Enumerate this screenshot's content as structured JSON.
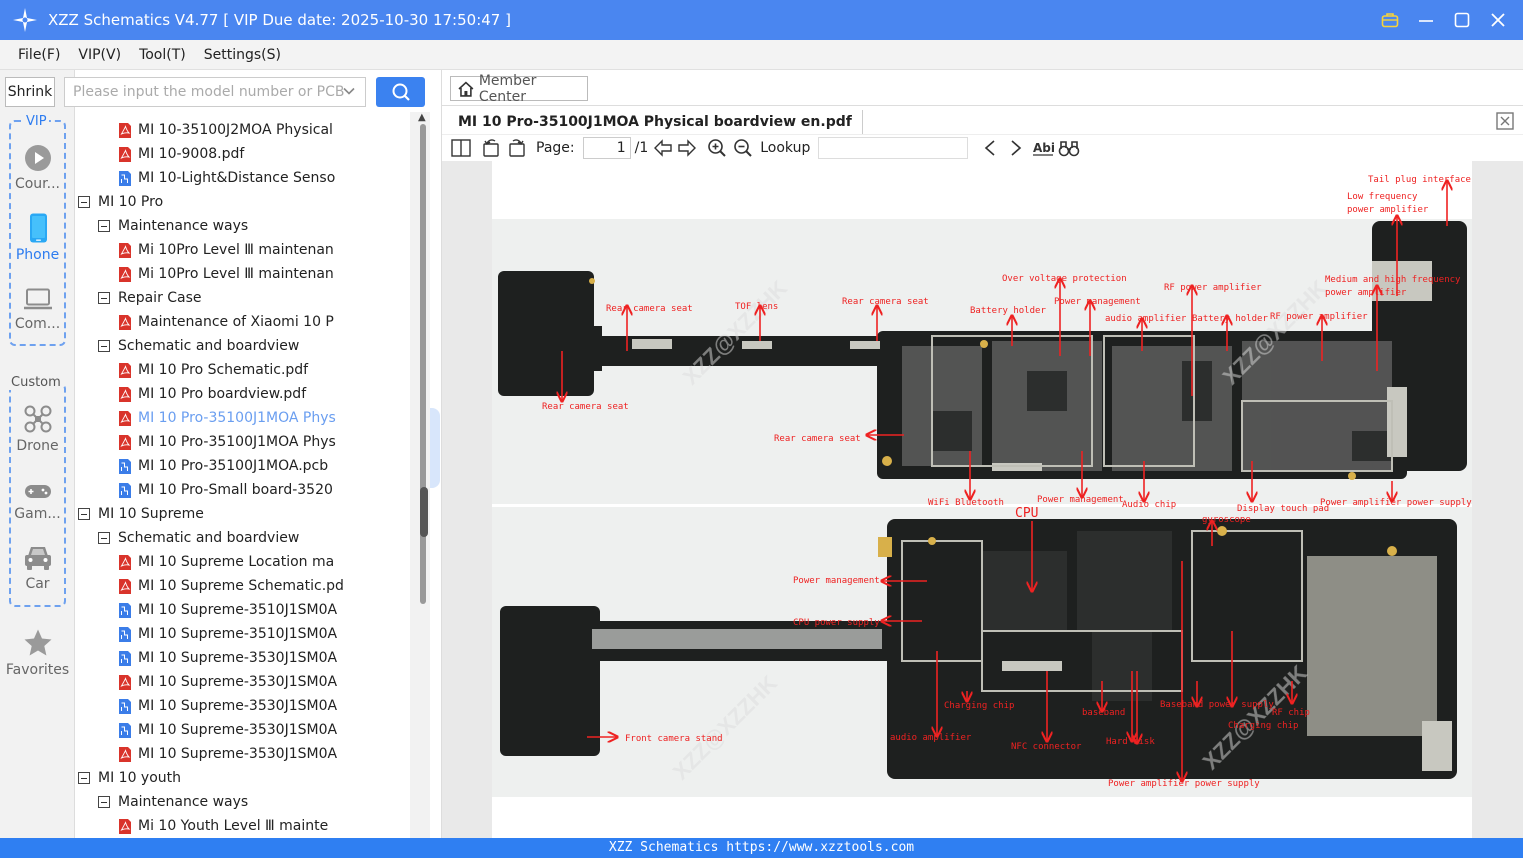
{
  "window": {
    "title": "XZZ Schematics V4.77 [ VIP Due date: 2025-10-30 17:50:47 ]"
  },
  "menu": [
    "File(F)",
    "VIP(V)",
    "Tool(T)",
    "Settings(S)"
  ],
  "search": {
    "shrink_label": "Shrink",
    "placeholder": "Please input the model number or PCB"
  },
  "rail": {
    "vip_label": "VIP",
    "custom_label": "Custom",
    "items": [
      {
        "label": "Cour...",
        "icon": "play-circle-icon"
      },
      {
        "label": "Phone",
        "icon": "phone-icon"
      },
      {
        "label": "Com...",
        "icon": "laptop-icon"
      },
      {
        "label": "Drone",
        "icon": "drone-icon"
      },
      {
        "label": "Gam...",
        "icon": "gamepad-icon"
      },
      {
        "label": "Car",
        "icon": "car-icon"
      },
      {
        "label": "Favorites",
        "icon": "star-icon"
      }
    ]
  },
  "tree": [
    {
      "label": "MI 10-35100J2MOA Physical",
      "kind": "pdf",
      "level": 2
    },
    {
      "label": "MI 10-9008.pdf",
      "kind": "pdf",
      "level": 2
    },
    {
      "label": "MI 10-Light&Distance Senso",
      "kind": "pcb",
      "level": 2
    },
    {
      "label": "MI 10 Pro",
      "kind": "folder",
      "level": 0
    },
    {
      "label": "Maintenance ways",
      "kind": "folder",
      "level": 1
    },
    {
      "label": "Mi 10Pro Level Ⅲ maintenan",
      "kind": "pdf",
      "level": 2
    },
    {
      "label": "Mi 10Pro Level Ⅲ maintenan",
      "kind": "pdf",
      "level": 2
    },
    {
      "label": "Repair Case",
      "kind": "folder",
      "level": 1
    },
    {
      "label": "Maintenance of Xiaomi 10 P",
      "kind": "pdf",
      "level": 2
    },
    {
      "label": "Schematic and boardview",
      "kind": "folder",
      "level": 1
    },
    {
      "label": "MI 10 Pro Schematic.pdf",
      "kind": "pdf",
      "level": 2
    },
    {
      "label": "MI 10 Pro boardview.pdf",
      "kind": "pdf",
      "level": 2
    },
    {
      "label": "MI 10 Pro-35100J1MOA Phys",
      "kind": "pdf",
      "level": 2,
      "selected": true
    },
    {
      "label": "MI 10 Pro-35100J1MOA Phys",
      "kind": "pdf",
      "level": 2
    },
    {
      "label": "MI 10 Pro-35100J1MOA.pcb",
      "kind": "pcb",
      "level": 2
    },
    {
      "label": "MI 10 Pro-Small board-3520",
      "kind": "pcb",
      "level": 2
    },
    {
      "label": "MI 10 Supreme",
      "kind": "folder",
      "level": 0
    },
    {
      "label": "Schematic and boardview",
      "kind": "folder",
      "level": 1
    },
    {
      "label": "MI 10 Supreme Location ma",
      "kind": "pdf",
      "level": 2
    },
    {
      "label": "MI 10 Supreme Schematic.pd",
      "kind": "pdf",
      "level": 2
    },
    {
      "label": "MI 10 Supreme-3510J1SM0A",
      "kind": "pcb",
      "level": 2
    },
    {
      "label": "MI 10 Supreme-3510J1SM0A",
      "kind": "pcb",
      "level": 2
    },
    {
      "label": "MI 10 Supreme-3530J1SM0A",
      "kind": "pcb",
      "level": 2
    },
    {
      "label": "MI 10 Supreme-3530J1SM0A",
      "kind": "pdf",
      "level": 2
    },
    {
      "label": "MI 10 Supreme-3530J1SM0A",
      "kind": "pcb",
      "level": 2
    },
    {
      "label": "MI 10 Supreme-3530J1SM0A",
      "kind": "pcb",
      "level": 2
    },
    {
      "label": "MI 10 Supreme-3530J1SM0A",
      "kind": "pdf",
      "level": 2
    },
    {
      "label": "MI 10 youth",
      "kind": "folder",
      "level": 0
    },
    {
      "label": "Maintenance ways",
      "kind": "folder",
      "level": 1
    },
    {
      "label": "Mi 10 Youth  Level Ⅲ mainte",
      "kind": "pdf",
      "level": 2
    }
  ],
  "main": {
    "member_center": "Member Center",
    "doc_tab": "MI 10 Pro-35100J1MOA Physical boardview en.pdf",
    "page_label": "Page:",
    "page_current": "1",
    "page_total": "/1",
    "lookup_label": "Lookup"
  },
  "annotations": {
    "top": [
      "Tail plug interface",
      "Low frequency",
      "power amplifier",
      "Over voltage protection",
      "RF power amplifier",
      "Medium and high frequency",
      "power amplifier",
      "Power management",
      "Rear camera seat",
      "TOF lens",
      "Rear camera seat",
      "Battery holder",
      "audio amplifier",
      "Battery holder",
      "RF power amplifier",
      "Rear camera seat",
      "Rear camera seat",
      "WiFi Bluetooth",
      "Power management",
      "Audio chip",
      "Display touch pad",
      "Power amplifier power supply"
    ],
    "bottom": [
      "CPU",
      "gyroscope",
      "Power management",
      "CPU power supply",
      "Charging chip",
      "baseband",
      "Baseband power supply",
      "RF chip",
      "Charging chip",
      "audio amplifier",
      "NFC connector",
      "Hard disk",
      "Front camera stand",
      "Power amplifier power supply"
    ],
    "watermark": "XZZ@XZZHK"
  },
  "status": {
    "text": "XZZ Schematics https://www.xzztools.com"
  },
  "colors": {
    "titlebar": "#4a86f0",
    "accent": "#2d7cf0",
    "annotation": "#e22222",
    "status": "#2f7ff2"
  }
}
